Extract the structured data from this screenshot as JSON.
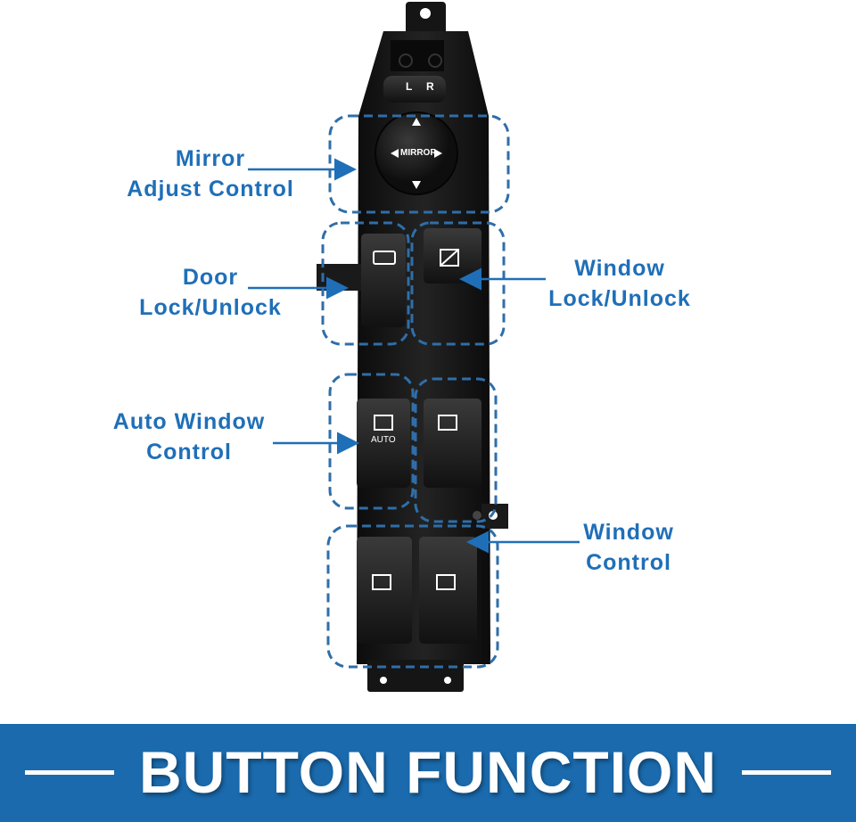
{
  "product": {
    "rocker_left": "L",
    "rocker_right": "R",
    "mirror_knob": "MIRROR",
    "auto_label": "AUTO"
  },
  "callouts": [
    {
      "line1": "Mirror",
      "line2": "Adjust Control"
    },
    {
      "line1": "Door",
      "line2": "Lock/Unlock"
    },
    {
      "line1": "Window",
      "line2": "Lock/Unlock"
    },
    {
      "line1": "Auto Window",
      "line2": "Control"
    },
    {
      "line1": "Window",
      "line2": "Control"
    }
  ],
  "banner": {
    "title": "BUTTON FUNCTION"
  },
  "colors": {
    "accent": "#1f6fb8",
    "banner": "#1a6aad",
    "panel": "#151515"
  }
}
